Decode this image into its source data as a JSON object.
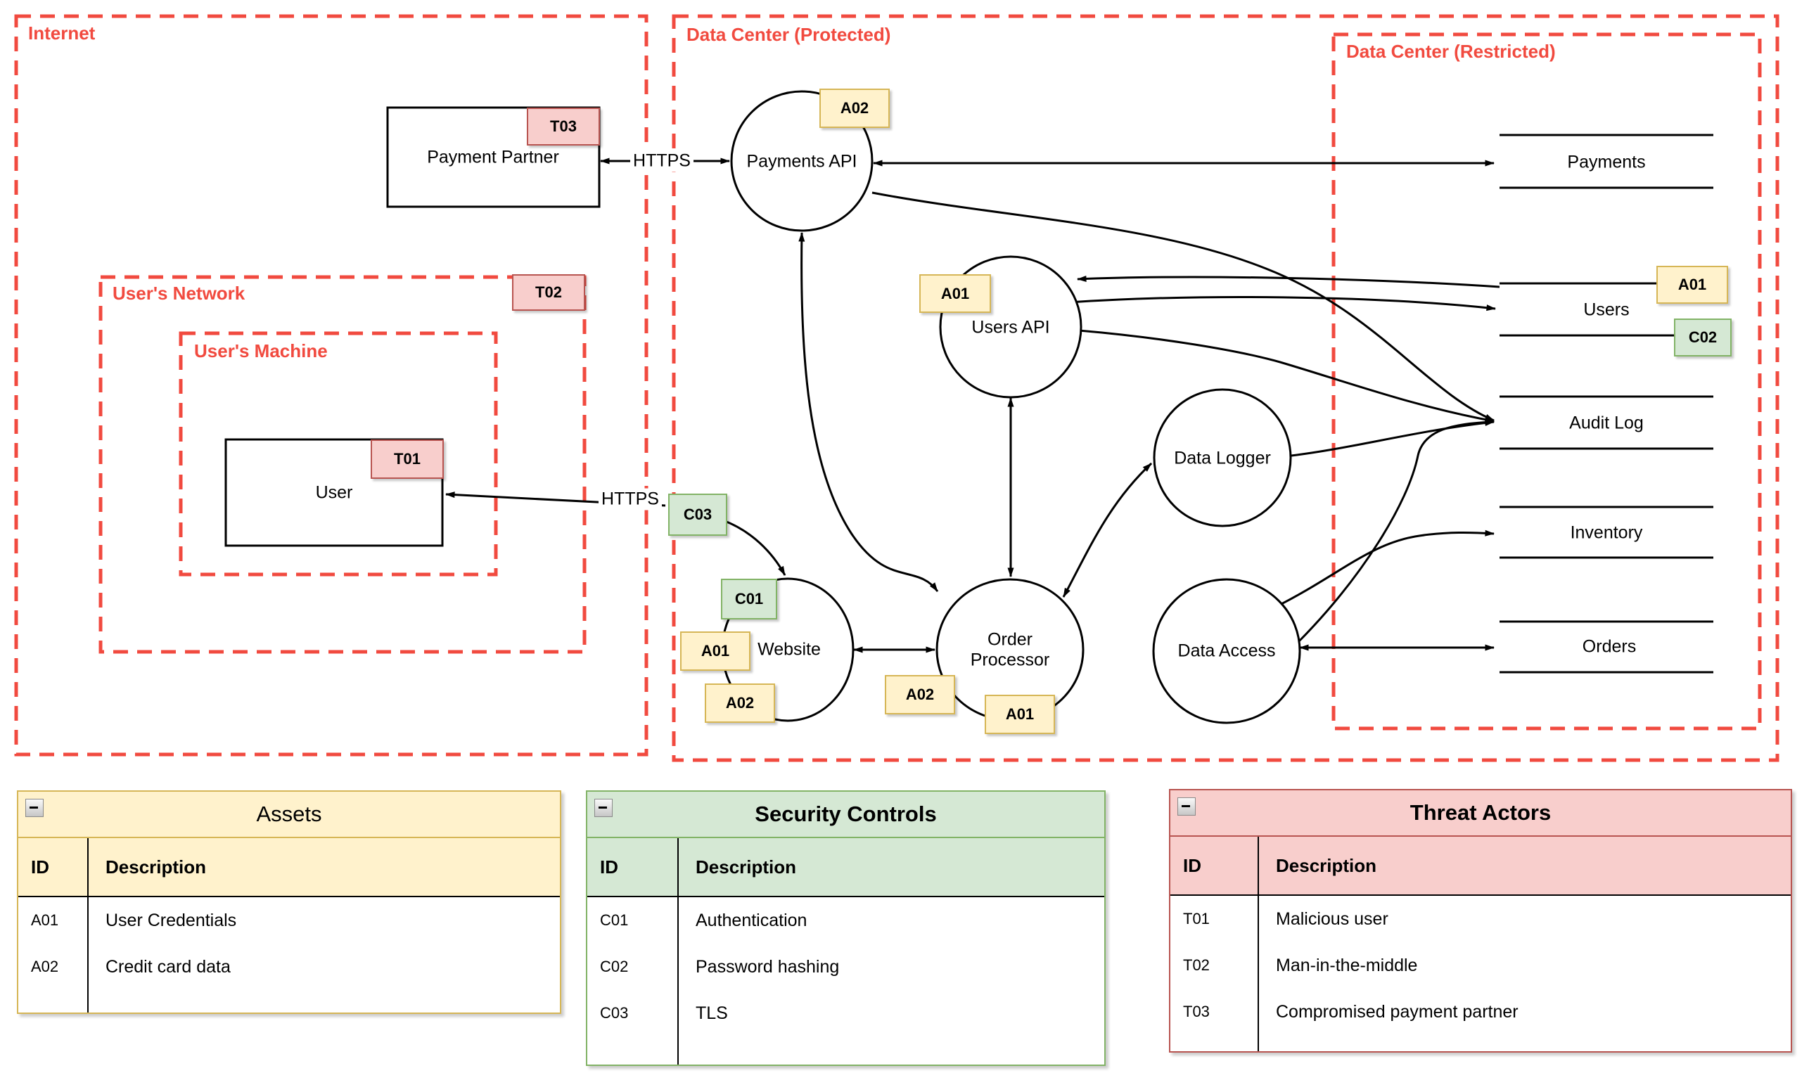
{
  "boundaries": {
    "internet": {
      "label": "Internet"
    },
    "dc_protected": {
      "label": "Data Center (Protected)"
    },
    "dc_restricted": {
      "label": "Data Center (Restricted)"
    },
    "users_network": {
      "label": "User's Network"
    },
    "users_machine": {
      "label": "User's Machine"
    }
  },
  "nodes": {
    "payment_partner": {
      "label": "Payment Partner"
    },
    "user": {
      "label": "User"
    },
    "payments_api": {
      "label": "Payments API"
    },
    "users_api": {
      "label": "Users API"
    },
    "data_logger": {
      "label": "Data Logger"
    },
    "website": {
      "label": "Website"
    },
    "order_processor": {
      "label": "Order Processor"
    },
    "data_access": {
      "label": "Data Access"
    }
  },
  "stores": {
    "payments": {
      "label": "Payments"
    },
    "users": {
      "label": "Users"
    },
    "audit_log": {
      "label": "Audit Log"
    },
    "inventory": {
      "label": "Inventory"
    },
    "orders": {
      "label": "Orders"
    }
  },
  "edge_labels": {
    "https_payment": "HTTPS",
    "https_user": "HTTPS"
  },
  "badges": {
    "t01": "T01",
    "t02": "T02",
    "t03": "T03",
    "a01": "A01",
    "a02": "A02",
    "c01": "C01",
    "c02": "C02",
    "c03": "C03"
  },
  "colors": {
    "boundary_red": "#F14A3F",
    "threat_fill": "#F8CECC",
    "threat_stroke": "#B85450",
    "asset_fill": "#FFF2CC",
    "asset_stroke": "#D6B656",
    "control_fill": "#D5E8D4",
    "control_stroke": "#82B366",
    "edge_black": "#000000"
  },
  "tables": {
    "assets": {
      "title": "Assets",
      "collapse_icon": "minus-icon",
      "columns": [
        "ID",
        "Description"
      ],
      "rows": [
        [
          "A01",
          "User Credentials"
        ],
        [
          "A02",
          "Credit card data"
        ]
      ]
    },
    "security_controls": {
      "title": "Security Controls",
      "collapse_icon": "minus-icon",
      "columns": [
        "ID",
        "Description"
      ],
      "rows": [
        [
          "C01",
          "Authentication"
        ],
        [
          "C02",
          "Password hashing"
        ],
        [
          "C03",
          "TLS"
        ]
      ]
    },
    "threat_actors": {
      "title": "Threat Actors",
      "collapse_icon": "minus-icon",
      "columns": [
        "ID",
        "Description"
      ],
      "rows": [
        [
          "T01",
          "Malicious user"
        ],
        [
          "T02",
          "Man-in-the-middle"
        ],
        [
          "T03",
          "Compromised payment partner"
        ]
      ]
    }
  }
}
